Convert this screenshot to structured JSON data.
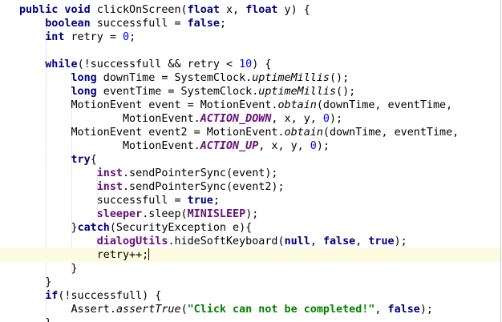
{
  "editor": {
    "language": "java",
    "caret_line": 19,
    "lines": [
      [
        {
          "t": "public void",
          "c": "kw"
        },
        {
          "t": " clickOnScreen("
        },
        {
          "t": "float",
          "c": "kw"
        },
        {
          "t": " x, "
        },
        {
          "t": "float",
          "c": "kw"
        },
        {
          "t": " y) {"
        }
      ],
      [
        {
          "t": "    "
        },
        {
          "t": "boolean",
          "c": "kw"
        },
        {
          "t": " successfull = "
        },
        {
          "t": "false",
          "c": "kw"
        },
        {
          "t": ";"
        }
      ],
      [
        {
          "t": "    "
        },
        {
          "t": "int",
          "c": "kw"
        },
        {
          "t": " retry = "
        },
        {
          "t": "0",
          "c": "num"
        },
        {
          "t": ";"
        }
      ],
      [
        {
          "t": ""
        }
      ],
      [
        {
          "t": "    "
        },
        {
          "t": "while",
          "c": "kw"
        },
        {
          "t": "(!successfull && retry < "
        },
        {
          "t": "10",
          "c": "num"
        },
        {
          "t": ") {"
        }
      ],
      [
        {
          "t": "        "
        },
        {
          "t": "long",
          "c": "kw"
        },
        {
          "t": " downTime = SystemClock."
        },
        {
          "t": "uptimeMillis",
          "c": "ital"
        },
        {
          "t": "();"
        }
      ],
      [
        {
          "t": "        "
        },
        {
          "t": "long",
          "c": "kw"
        },
        {
          "t": " eventTime = SystemClock."
        },
        {
          "t": "uptimeMillis",
          "c": "ital"
        },
        {
          "t": "();"
        }
      ],
      [
        {
          "t": "        MotionEvent event = MotionEvent."
        },
        {
          "t": "obtain",
          "c": "ital"
        },
        {
          "t": "(downTime, eventTime,"
        }
      ],
      [
        {
          "t": "                MotionEvent."
        },
        {
          "t": "ACTION_DOWN",
          "c": "const"
        },
        {
          "t": ", x, y, "
        },
        {
          "t": "0",
          "c": "num"
        },
        {
          "t": ");"
        }
      ],
      [
        {
          "t": "        MotionEvent event2 = MotionEvent."
        },
        {
          "t": "obtain",
          "c": "ital"
        },
        {
          "t": "(downTime, eventTime,"
        }
      ],
      [
        {
          "t": "                MotionEvent."
        },
        {
          "t": "ACTION_UP",
          "c": "const"
        },
        {
          "t": ", x, y, "
        },
        {
          "t": "0",
          "c": "num"
        },
        {
          "t": ");"
        }
      ],
      [
        {
          "t": "        "
        },
        {
          "t": "try",
          "c": "kw"
        },
        {
          "t": "{"
        }
      ],
      [
        {
          "t": "            "
        },
        {
          "t": "inst",
          "c": "field"
        },
        {
          "t": ".sendPointerSync(event);"
        }
      ],
      [
        {
          "t": "            "
        },
        {
          "t": "inst",
          "c": "field"
        },
        {
          "t": ".sendPointerSync(event2);"
        }
      ],
      [
        {
          "t": "            successfull = "
        },
        {
          "t": "true",
          "c": "kw"
        },
        {
          "t": ";"
        }
      ],
      [
        {
          "t": "            "
        },
        {
          "t": "sleeper",
          "c": "field"
        },
        {
          "t": ".sleep("
        },
        {
          "t": "MINISLEEP",
          "c": "field"
        },
        {
          "t": ");"
        }
      ],
      [
        {
          "t": "        }"
        },
        {
          "t": "catch",
          "c": "kw"
        },
        {
          "t": "(SecurityException e){"
        }
      ],
      [
        {
          "t": "            "
        },
        {
          "t": "dialogUtils",
          "c": "field"
        },
        {
          "t": ".hideSoftKeyboard("
        },
        {
          "t": "null",
          "c": "kw"
        },
        {
          "t": ", "
        },
        {
          "t": "false",
          "c": "kw"
        },
        {
          "t": ", "
        },
        {
          "t": "true",
          "c": "kw"
        },
        {
          "t": ");"
        }
      ],
      [
        {
          "t": "            retry++;"
        }
      ],
      [
        {
          "t": "        }"
        }
      ],
      [
        {
          "t": "    }"
        }
      ],
      [
        {
          "t": "    "
        },
        {
          "t": "if",
          "c": "kw"
        },
        {
          "t": "(!successfull) {"
        }
      ],
      [
        {
          "t": "        Assert."
        },
        {
          "t": "assertTrue",
          "c": "ital"
        },
        {
          "t": "("
        },
        {
          "t": "\"Click can not be completed!\"",
          "c": "str"
        },
        {
          "t": ", "
        },
        {
          "t": "false",
          "c": "kw"
        },
        {
          "t": ");"
        }
      ],
      [
        {
          "t": "    }"
        }
      ]
    ]
  }
}
